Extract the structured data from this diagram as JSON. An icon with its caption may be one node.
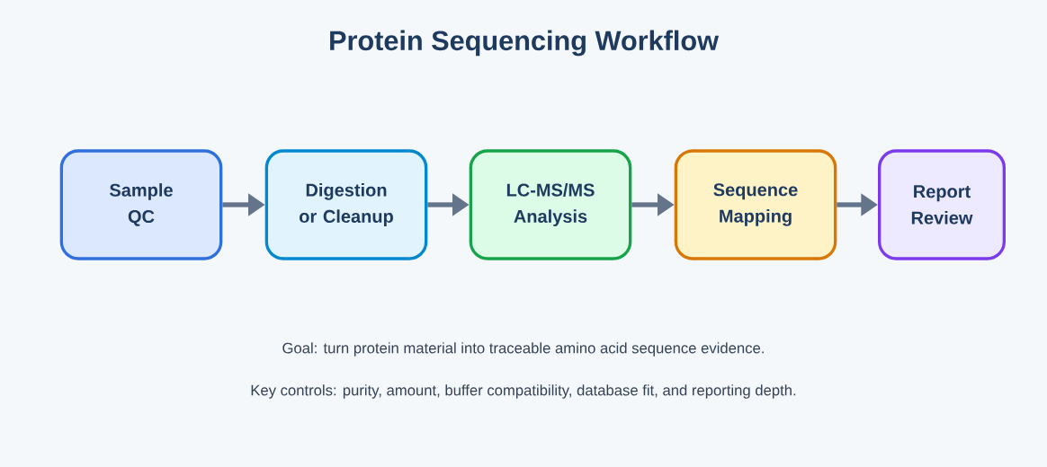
{
  "diagram": {
    "title": "Protein Sequencing Workflow",
    "nodes": [
      {
        "text": [
          "Sample QC"
        ]
      },
      {
        "text": [
          "Digestion or Cleanup"
        ]
      },
      {
        "text": [
          "LC-MS/MS Analysis"
        ]
      },
      {
        "text": [
          "Sequence Mapping"
        ]
      },
      {
        "text": [
          "Report Review"
        ]
      }
    ],
    "edges": [
      {
        "from": 0,
        "to": 1,
        "arrow": "to"
      },
      {
        "from": 1,
        "to": 2,
        "arrow": "to"
      },
      {
        "from": 2,
        "to": 3,
        "arrow": "to"
      },
      {
        "from": 3,
        "to": 4,
        "arrow": "to"
      }
    ],
    "labels": [
      "Goal: turn protein material into traceable amino acid sequence evidence.",
      "Key controls: purity, amount, buffer compatibility, database fit, and reporting depth."
    ]
  }
}
